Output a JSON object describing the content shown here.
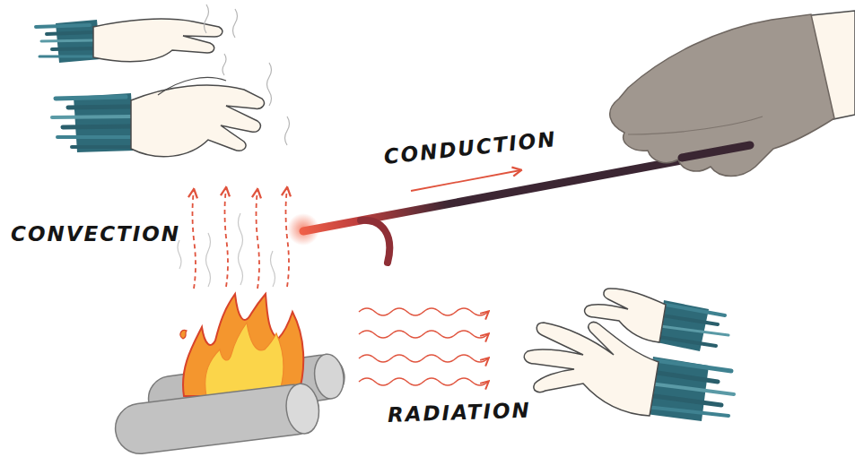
{
  "diagram": {
    "labels": [
      "CONDUCTION",
      "CONVECTION",
      "RADIATION"
    ]
  }
}
